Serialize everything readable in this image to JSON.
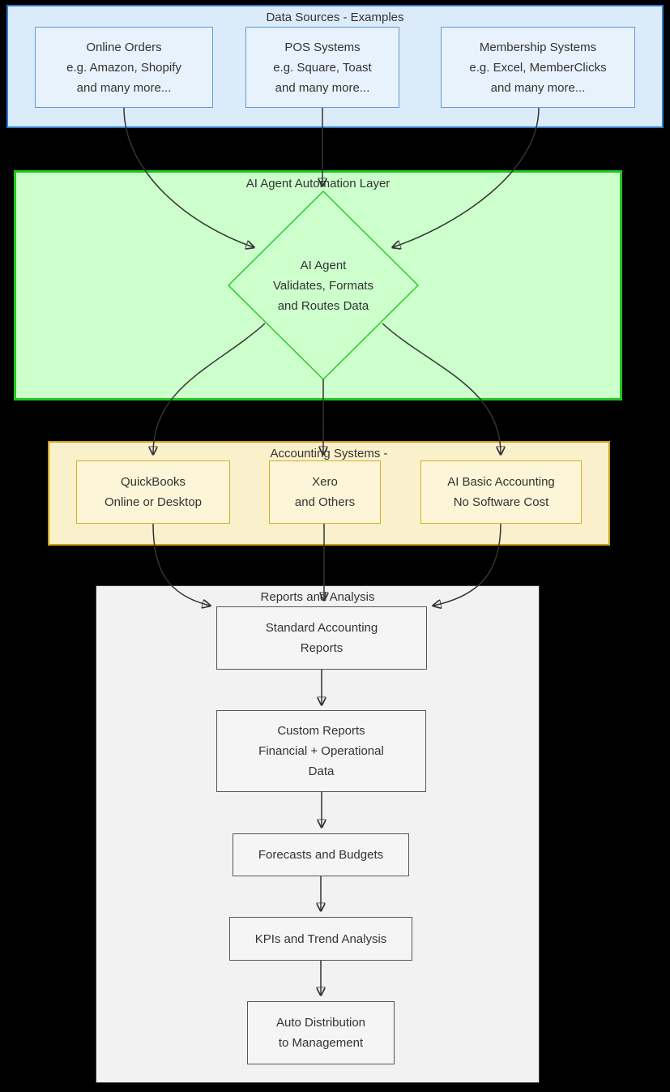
{
  "containers": {
    "data_sources": {
      "title": "Data Sources - Examples",
      "fill": "#dcebfa",
      "border": "#2e7bcf"
    },
    "ai_layer": {
      "title": "AI Agent Automation Layer",
      "fill": "#ccffcc",
      "border": "#1ec81e"
    },
    "accounting": {
      "title": "Accounting Systems -",
      "fill": "#faf0cb",
      "border": "#d0a017"
    },
    "reports": {
      "title": "Reports and Analysis",
      "fill": "#f2f2f2",
      "border": "#3d3d3d"
    }
  },
  "nodes": {
    "online_orders": {
      "lines": [
        "Online Orders",
        "e.g. Amazon, Shopify",
        "and many more..."
      ]
    },
    "pos_systems": {
      "lines": [
        "POS Systems",
        "e.g. Square, Toast",
        "and many more..."
      ]
    },
    "membership_systems": {
      "lines": [
        "Membership Systems",
        "e.g. Excel, MemberClicks",
        "and many more..."
      ]
    },
    "ai_agent": {
      "lines": [
        "AI Agent",
        "Validates, Formats",
        "and Routes Data"
      ]
    },
    "quickbooks": {
      "lines": [
        "QuickBooks",
        "Online or Desktop"
      ]
    },
    "xero": {
      "lines": [
        "Xero",
        "and Others"
      ]
    },
    "ai_basic": {
      "lines": [
        "AI Basic Accounting",
        "No Software Cost"
      ]
    },
    "standard_reports": {
      "lines": [
        "Standard Accounting",
        "Reports"
      ]
    },
    "custom_reports": {
      "lines": [
        "Custom Reports",
        "Financial + Operational",
        "Data"
      ]
    },
    "forecasts": {
      "lines": [
        "Forecasts and Budgets"
      ]
    },
    "kpis": {
      "lines": [
        "KPIs and Trend Analysis"
      ]
    },
    "auto_distribution": {
      "lines": [
        "Auto Distribution",
        "to Management"
      ]
    }
  },
  "edges": [
    {
      "from": "online_orders",
      "to": "ai_agent"
    },
    {
      "from": "pos_systems",
      "to": "ai_agent"
    },
    {
      "from": "membership_systems",
      "to": "ai_agent"
    },
    {
      "from": "ai_agent",
      "to": "quickbooks"
    },
    {
      "from": "ai_agent",
      "to": "xero"
    },
    {
      "from": "ai_agent",
      "to": "ai_basic"
    },
    {
      "from": "quickbooks",
      "to": "standard_reports"
    },
    {
      "from": "xero",
      "to": "standard_reports"
    },
    {
      "from": "ai_basic",
      "to": "standard_reports"
    },
    {
      "from": "standard_reports",
      "to": "custom_reports"
    },
    {
      "from": "custom_reports",
      "to": "forecasts"
    },
    {
      "from": "forecasts",
      "to": "kpis"
    },
    {
      "from": "kpis",
      "to": "auto_distribution"
    }
  ],
  "palette": {
    "background": "#000000",
    "edge": "#333333",
    "text": "#333333",
    "diamond_stroke": "#22c822"
  }
}
